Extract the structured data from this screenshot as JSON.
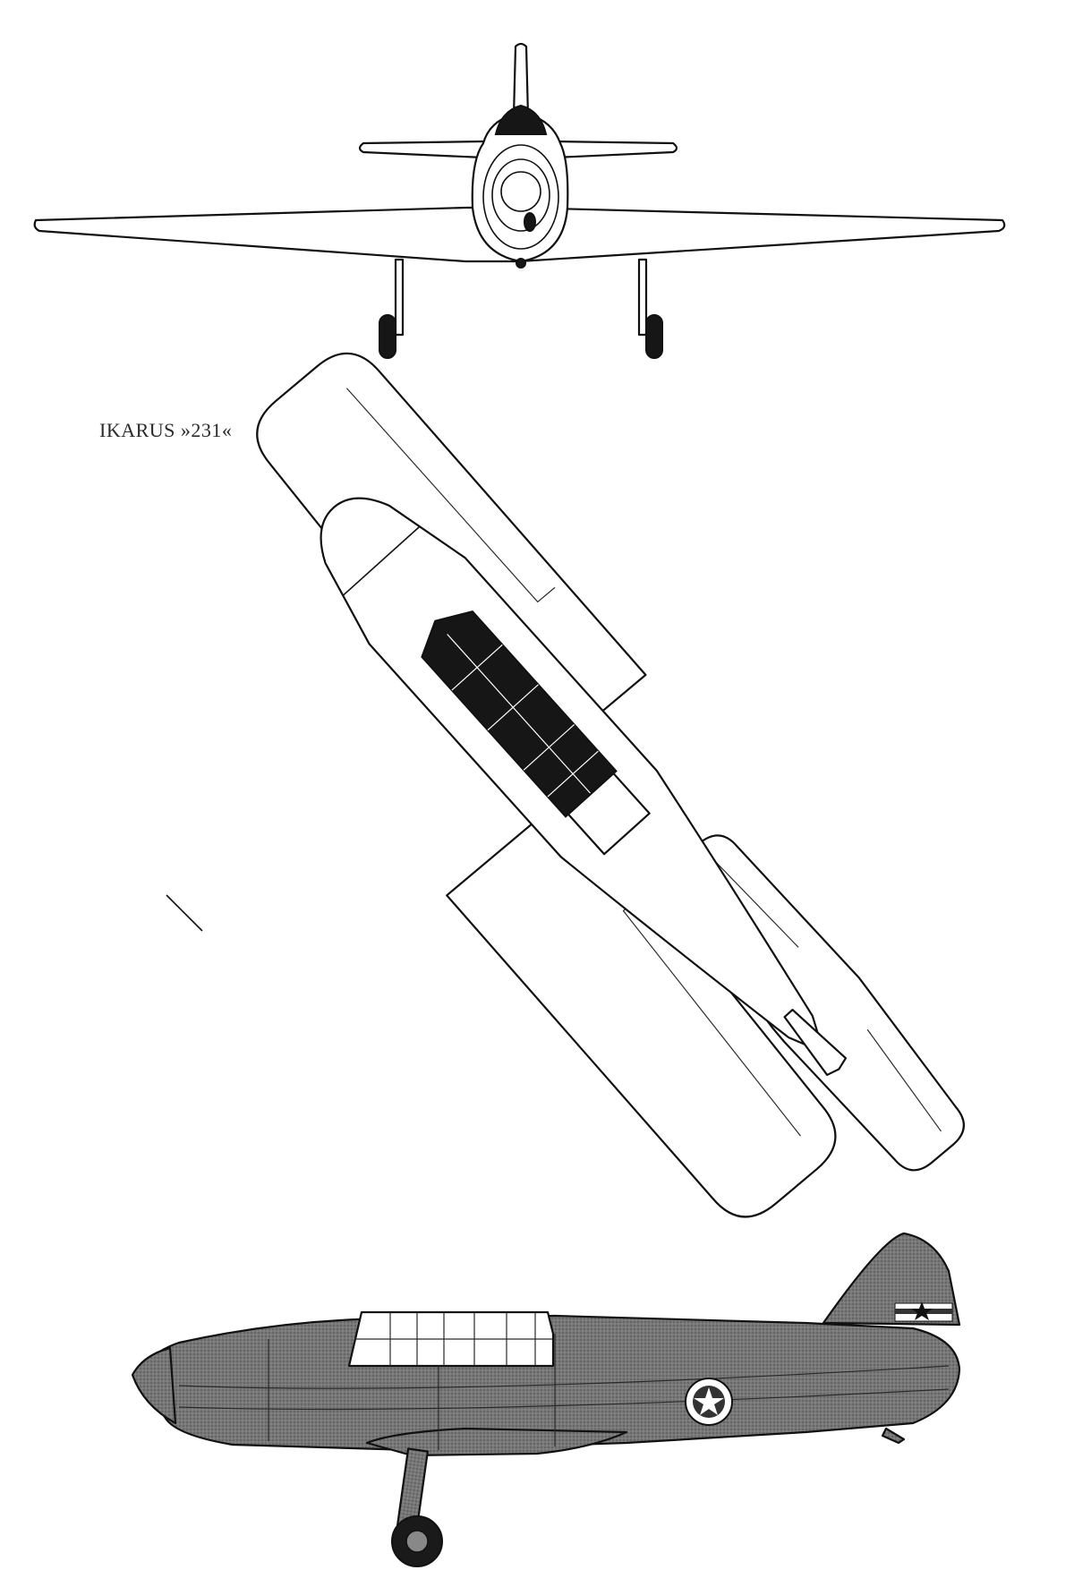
{
  "title": "IKARUS »231«",
  "colors": {
    "line": "#111111",
    "paper": "#ffffff",
    "side_view_fill": "#6e6e6e",
    "canopy_frame_dark": "#161616",
    "roundel_white": "#ffffff"
  },
  "views": [
    {
      "name": "front-view"
    },
    {
      "name": "top-view"
    },
    {
      "name": "side-view"
    }
  ]
}
